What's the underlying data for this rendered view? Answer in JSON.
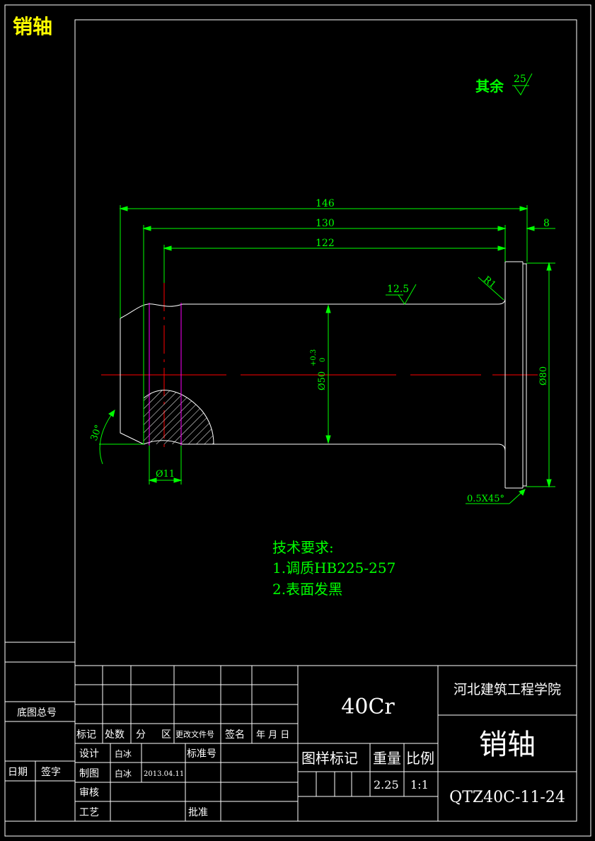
{
  "corner_title": "销轴",
  "roughness_note": {
    "label": "其余",
    "value": "25"
  },
  "dimensions": {
    "overall_length": "146",
    "length_130": "130",
    "length_122": "122",
    "flange_thickness": "8",
    "shaft_roughness": "12.5",
    "fillet_radius": "R1",
    "shaft_dia": "Ø50",
    "shaft_tol_upper": "+0.3",
    "shaft_tol_lower": "0",
    "head_dia": "Ø80",
    "hole_dia": "Ø11",
    "chamfer_angle": "30°",
    "chamfer": "0.5X45°"
  },
  "tech_requirements": {
    "title": "技术要求:",
    "items": [
      "1.调质HB225-257",
      "2.表面发黑"
    ]
  },
  "side_table": {
    "base_drawing_no": "底图总号",
    "date": "日期",
    "signature": "签字"
  },
  "title_block": {
    "revision_headers": [
      "标记",
      "处数",
      "分",
      "区",
      "更改文件号",
      "签名",
      "年 月 日"
    ],
    "design_label": "设计",
    "design_name": "白冰",
    "standard_label": "标准号",
    "draw_label": "制图",
    "draw_name": "白冰",
    "draw_date": "2013.04.11",
    "check_label": "审核",
    "process_label": "工艺",
    "approve_label": "批准",
    "material": "40Cr",
    "sample_mark_label": "图样标记",
    "weight_label": "重量",
    "scale_label": "比例",
    "weight": "2.25",
    "scale": "1:1",
    "school": "河北建筑工程学院",
    "part_name": "销轴",
    "drawing_no": "QTZ40C-11-24"
  },
  "colors": {
    "background": "#000000",
    "outline": "#ffffff",
    "dimension": "#00ff00",
    "centerline": "#ff0000",
    "hole_axis": "#ff00ff",
    "corner_title": "#ffff00"
  }
}
